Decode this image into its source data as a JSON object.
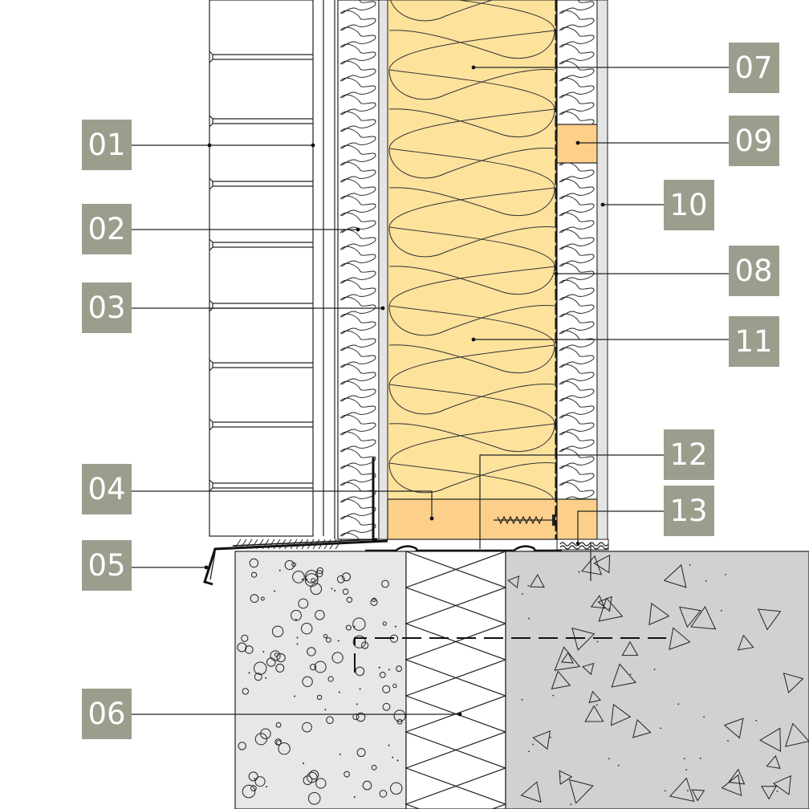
{
  "labels": [
    {
      "id": "l01",
      "text": "01"
    },
    {
      "id": "l02",
      "text": "02"
    },
    {
      "id": "l03",
      "text": "03"
    },
    {
      "id": "l04",
      "text": "04"
    },
    {
      "id": "l05",
      "text": "05"
    },
    {
      "id": "l06",
      "text": "06"
    },
    {
      "id": "l07",
      "text": "07"
    },
    {
      "id": "l08",
      "text": "08"
    },
    {
      "id": "l09",
      "text": "09"
    },
    {
      "id": "l10",
      "text": "10"
    },
    {
      "id": "l11",
      "text": "11"
    },
    {
      "id": "l12",
      "text": "12"
    },
    {
      "id": "l13",
      "text": "13"
    }
  ],
  "colors": {
    "label_bg": "#9d9d8e",
    "label_text": "#ffffff",
    "insulation": "#fde29c",
    "timber": "#fcd08a",
    "board": "#e4e4e4",
    "concrete_light": "#e6e7e8",
    "concrete_dark": "#d0d1d3",
    "line": "#222222"
  }
}
